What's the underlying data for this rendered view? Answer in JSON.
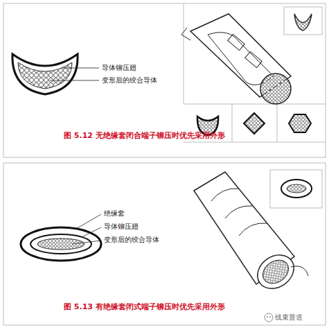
{
  "diagram": {
    "labels": [
      "导体铆压翅",
      "变形后的绞合导体",
      "图 5.12 无绝缘套闭合端子铆压时优先采用外形",
      "绝缘套",
      "导体铆压翅",
      "变形后的绞合导体",
      "图 5.13 有绝缘套闭式端子铆压时优先采用外形",
      "线束普道"
    ]
  }
}
